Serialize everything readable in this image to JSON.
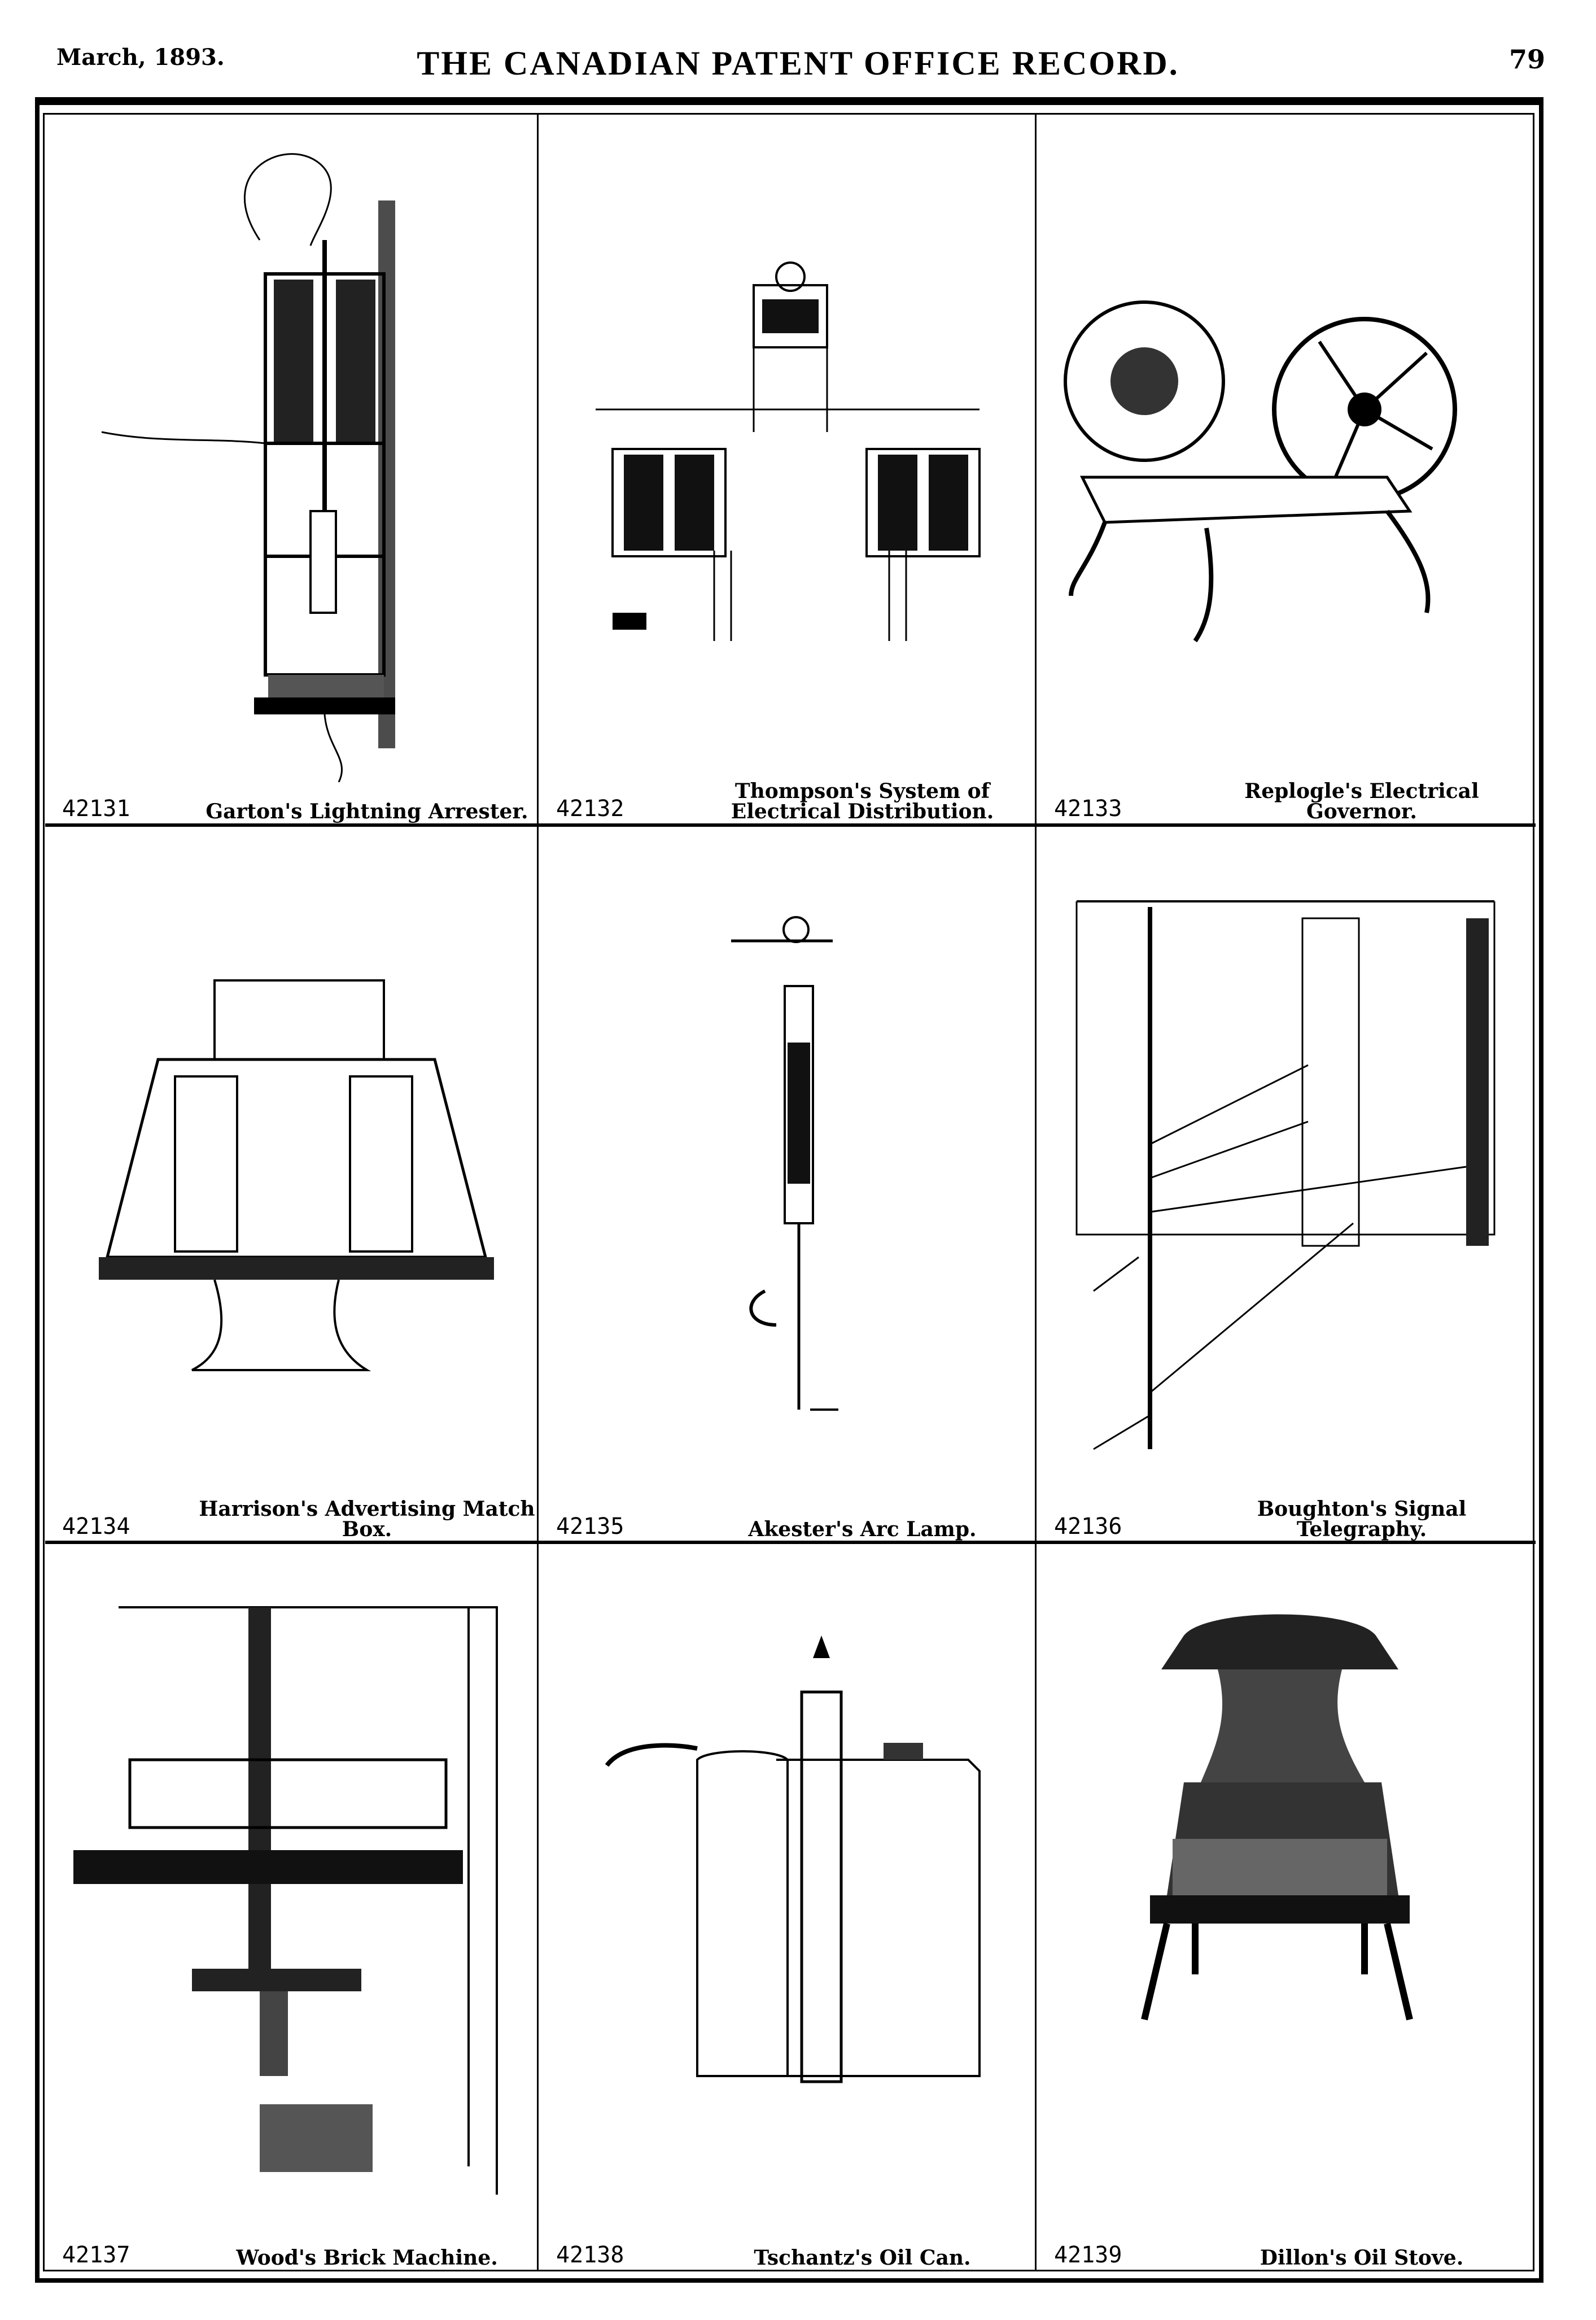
{
  "header": {
    "date": "March, 1893.",
    "title": "THE CANADIAN PATENT OFFICE RECORD.",
    "page_number": "79"
  },
  "patents": [
    {
      "number": "42131",
      "title": "Garton's Lightning Arrester."
    },
    {
      "number": "42132",
      "title": "Thompson's System of Electrical Distribution."
    },
    {
      "number": "42133",
      "title": "Replogle's Electrical Governor."
    },
    {
      "number": "42134",
      "title": "Harrison's Advertising Match Box."
    },
    {
      "number": "42135",
      "title": "Akester's Arc Lamp."
    },
    {
      "number": "42136",
      "title": "Boughton's Signal Telegraphy."
    },
    {
      "number": "42137",
      "title": "Wood's Brick Machine."
    },
    {
      "number": "42138",
      "title": "Tschantz's Oil Can."
    },
    {
      "number": "42139",
      "title": "Dillon's Oil Stove."
    }
  ]
}
